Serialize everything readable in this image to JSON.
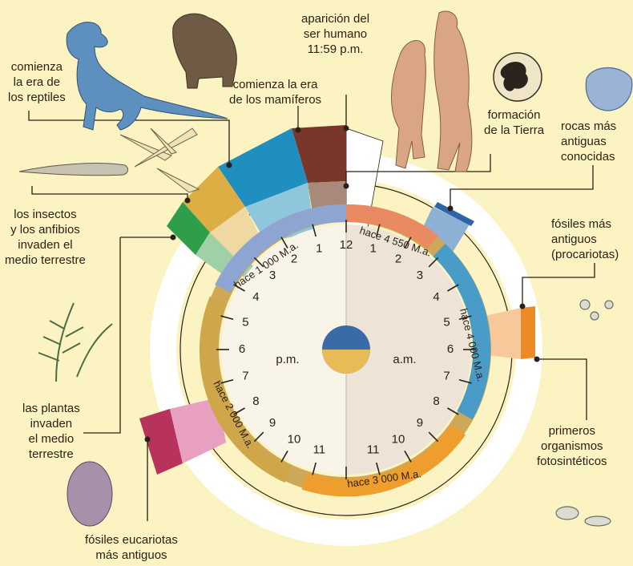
{
  "clock": {
    "hours_right": [
      "12",
      "1",
      "2",
      "3",
      "4",
      "5",
      "6",
      "7",
      "8",
      "9",
      "10",
      "11"
    ],
    "hours_left": [
      "12",
      "1",
      "2",
      "3",
      "4",
      "5",
      "6",
      "7",
      "8",
      "9",
      "10",
      "11"
    ],
    "am_label": "a.m.",
    "pm_label": "p.m.",
    "arrow_labels": [
      "hace 4 550 M.a.",
      "hace 4 000 M.a.",
      "hace 3 000 M.a.",
      "hace 2 000 M.a.",
      "hace 1 000 M.a."
    ]
  },
  "events": {
    "human": [
      "aparición del",
      "ser humano",
      "11:59 p.m."
    ],
    "mammals": [
      "comienza la era",
      "de los mamíferos"
    ],
    "reptiles": [
      "comienza",
      "la era de",
      "los reptiles"
    ],
    "earth": [
      "formación",
      "de la Tierra"
    ],
    "rocks": [
      "rocas más",
      "antiguas",
      "conocidas"
    ],
    "prokaryotes": [
      "fósiles más",
      "antiguos",
      "(procariotas)"
    ],
    "insects": [
      "los insectos",
      "y los anfibios",
      "invaden el",
      "medio terrestre"
    ],
    "plants": [
      "las plantas",
      "invaden",
      "el medio",
      "terrestre"
    ],
    "photosynthetic": [
      "primeros",
      "organismos",
      "fotosintéticos"
    ],
    "eukaryotes": [
      "fósiles eucariotas",
      "más antiguos"
    ]
  },
  "colors": {
    "background": "#fbf4c2",
    "am_face": "#ede3d6",
    "pm_face": "#f8f4e9",
    "human": "#ffffff",
    "mammals_band": "#7a3628",
    "reptiles_band": "#1f8fbf",
    "insects_band": "#dcae44",
    "plants_band": "#2e9e4a",
    "eukaryote_band": "#b8335c",
    "rocks_band": "#2f65a6",
    "photosynthetic_band": "#ec8a28"
  }
}
